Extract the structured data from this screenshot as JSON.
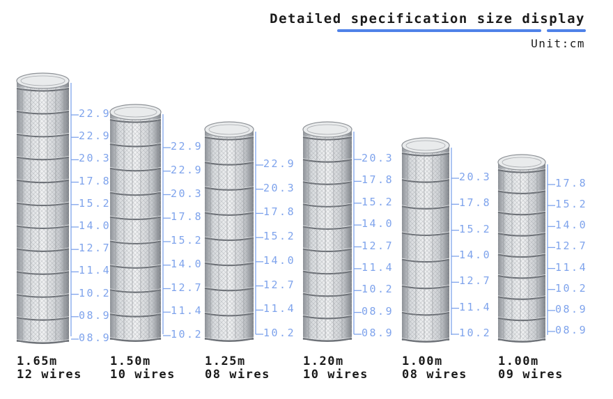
{
  "header": {
    "title": "Detailed specification size display",
    "unit": "Unit:cm"
  },
  "colors": {
    "accent": "#4f82e8",
    "label": "#7ea3ec",
    "text": "#1a1a1a",
    "wire": "#b9bcc0"
  },
  "icons": {
    "roll": "wire-mesh-roll-icon"
  },
  "rolls": [
    {
      "height": "1.65m",
      "wires": "12 wires",
      "spacings": [
        "22.9",
        "22.9",
        "20.3",
        "17.8",
        "15.2",
        "14.0",
        "12.7",
        "11.4",
        "10.2",
        "08.9",
        "08.9"
      ]
    },
    {
      "height": "1.50m",
      "wires": "10 wires",
      "spacings": [
        "22.9",
        "22.9",
        "20.3",
        "17.8",
        "15.2",
        "14.0",
        "12.7",
        "11.4",
        "10.2"
      ]
    },
    {
      "height": "1.25m",
      "wires": "08 wires",
      "spacings": [
        "22.9",
        "20.3",
        "17.8",
        "15.2",
        "14.0",
        "12.7",
        "11.4",
        "10.2"
      ]
    },
    {
      "height": "1.20m",
      "wires": "10 wires",
      "spacings": [
        "20.3",
        "17.8",
        "15.2",
        "14.0",
        "12.7",
        "11.4",
        "10.2",
        "08.9",
        "08.9"
      ]
    },
    {
      "height": "1.00m",
      "wires": "08 wires",
      "spacings": [
        "20.3",
        "17.8",
        "15.2",
        "14.0",
        "12.7",
        "11.4",
        "10.2"
      ]
    },
    {
      "height": "1.00m",
      "wires": "09 wires",
      "spacings": [
        "17.8",
        "15.2",
        "14.0",
        "12.7",
        "11.4",
        "10.2",
        "08.9",
        "08.9"
      ]
    }
  ]
}
